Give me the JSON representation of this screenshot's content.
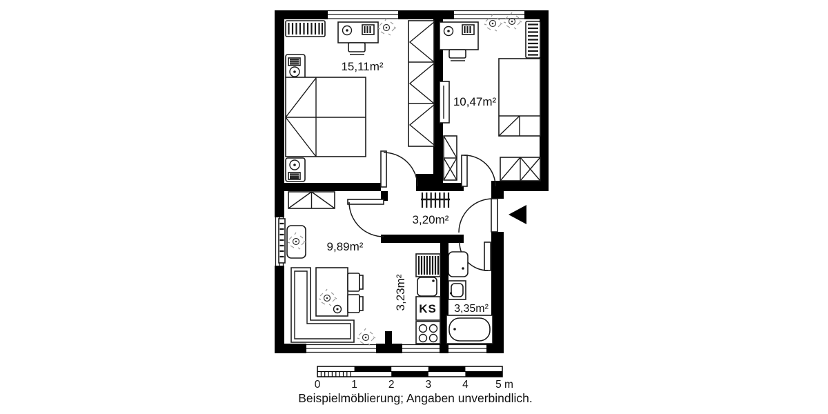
{
  "floor_plan": {
    "rooms": [
      {
        "name": "bedroom-large",
        "area": "15,11m²"
      },
      {
        "name": "bedroom-small",
        "area": "10,47m²"
      },
      {
        "name": "hallway",
        "area": "3,20m²"
      },
      {
        "name": "living-room",
        "area": "9,89m²"
      },
      {
        "name": "kitchen",
        "area": "3,23m²",
        "fridge_label": "KS"
      },
      {
        "name": "bathroom",
        "area": "3,35m²"
      }
    ]
  },
  "scale_bar": {
    "labels": [
      "0",
      "1",
      "2",
      "3",
      "4",
      "5 m"
    ]
  },
  "caption": "Beispielmöblierung; Angaben unverbindlich.",
  "colors": {
    "wall": "#000000",
    "background": "#ffffff",
    "line": "#1a1a1a"
  }
}
